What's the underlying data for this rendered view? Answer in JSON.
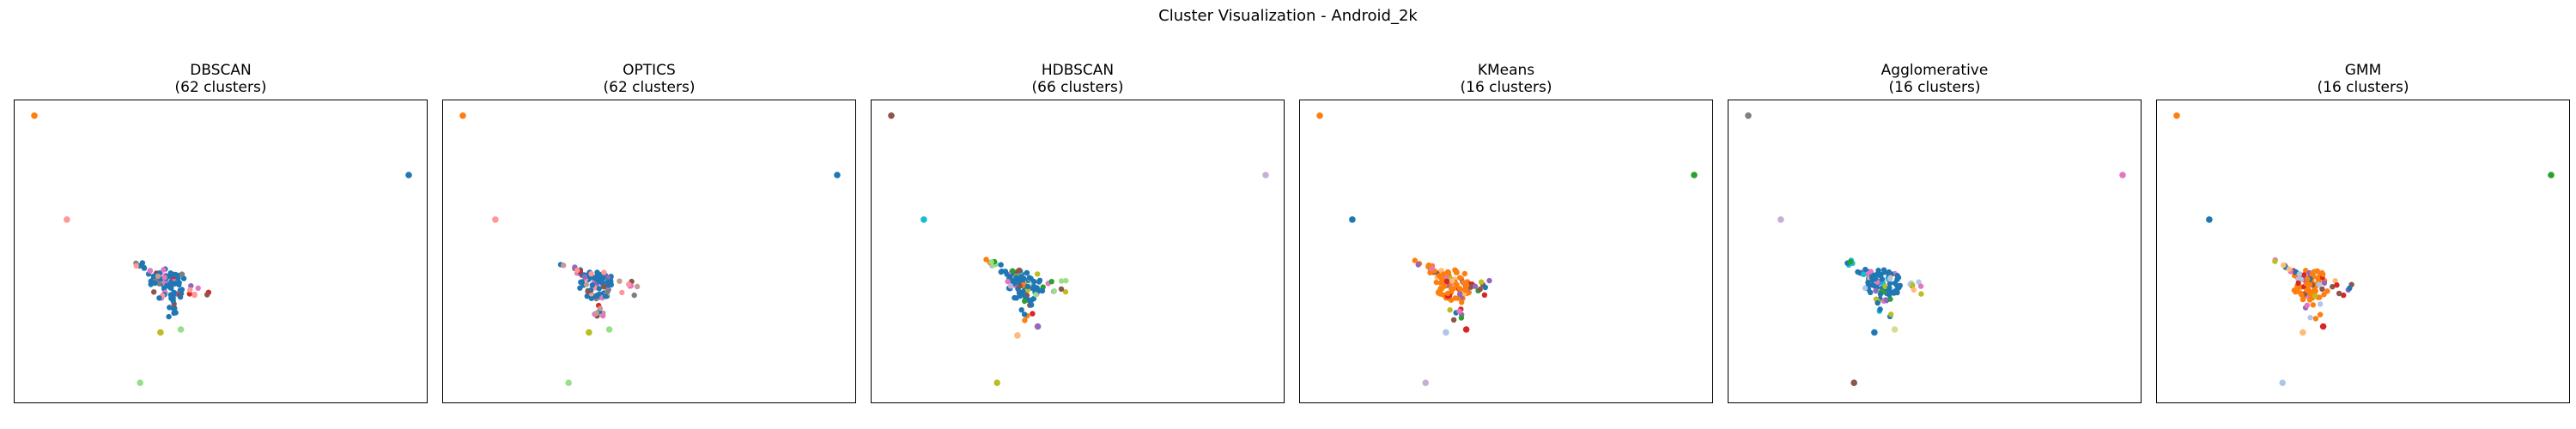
{
  "figure": {
    "title": "Cluster Visualization - Android_2k"
  },
  "chart_data": [
    {
      "type": "scatter",
      "title_line1": "DBSCAN",
      "title_line2": "(62 clusters)",
      "grid": false,
      "points": [
        {
          "x": 0.04,
          "y": 0.96,
          "c": "#ff7f0e"
        },
        {
          "x": 0.96,
          "y": 0.76,
          "c": "#1f77b4"
        },
        {
          "x": 0.12,
          "y": 0.61,
          "c": "#ff9896"
        },
        {
          "x": 0.3,
          "y": 0.06,
          "c": "#98df8a"
        },
        {
          "x": 0.35,
          "y": 0.23,
          "c": "#bcbd22"
        },
        {
          "x": 0.4,
          "y": 0.24,
          "c": "#98df8a"
        }
      ],
      "cluster": {
        "center": [
          0.37,
          0.4
        ],
        "main": "#1f77b4",
        "accents": [
          "#d62728",
          "#ff9896",
          "#8c564b",
          "#e377c2",
          "#9467bd",
          "#c49c94",
          "#7f7f7f"
        ]
      }
    },
    {
      "type": "scatter",
      "title_line1": "OPTICS",
      "title_line2": "(62 clusters)",
      "grid": false,
      "points": [
        {
          "x": 0.04,
          "y": 0.96,
          "c": "#ff7f0e"
        },
        {
          "x": 0.96,
          "y": 0.76,
          "c": "#1f77b4"
        },
        {
          "x": 0.12,
          "y": 0.61,
          "c": "#ff9896"
        },
        {
          "x": 0.3,
          "y": 0.06,
          "c": "#98df8a"
        },
        {
          "x": 0.35,
          "y": 0.23,
          "c": "#bcbd22"
        },
        {
          "x": 0.4,
          "y": 0.24,
          "c": "#98df8a"
        }
      ],
      "cluster": {
        "center": [
          0.37,
          0.4
        ],
        "main": "#1f77b4",
        "accents": [
          "#d62728",
          "#ff9896",
          "#8c564b",
          "#e377c2",
          "#9467bd",
          "#c49c94",
          "#7f7f7f"
        ]
      }
    },
    {
      "type": "scatter",
      "title_line1": "HDBSCAN",
      "title_line2": "(66 clusters)",
      "grid": false,
      "points": [
        {
          "x": 0.04,
          "y": 0.96,
          "c": "#8c564b"
        },
        {
          "x": 0.96,
          "y": 0.76,
          "c": "#c5b0d5"
        },
        {
          "x": 0.12,
          "y": 0.61,
          "c": "#17becf"
        },
        {
          "x": 0.3,
          "y": 0.06,
          "c": "#bcbd22"
        },
        {
          "x": 0.35,
          "y": 0.22,
          "c": "#ffbb78"
        },
        {
          "x": 0.4,
          "y": 0.25,
          "c": "#9467bd"
        }
      ],
      "cluster": {
        "center": [
          0.37,
          0.4
        ],
        "main": "#1f77b4",
        "accents": [
          "#8c564b",
          "#c5b0d5",
          "#e377c2",
          "#98df8a",
          "#ff7f0e",
          "#2ca02c",
          "#d62728",
          "#bcbd22"
        ]
      }
    },
    {
      "type": "scatter",
      "title_line1": "KMeans",
      "title_line2": "(16 clusters)",
      "grid": false,
      "points": [
        {
          "x": 0.04,
          "y": 0.96,
          "c": "#ff7f0e"
        },
        {
          "x": 0.96,
          "y": 0.76,
          "c": "#2ca02c"
        },
        {
          "x": 0.12,
          "y": 0.61,
          "c": "#1f77b4"
        },
        {
          "x": 0.3,
          "y": 0.06,
          "c": "#c5b0d5"
        },
        {
          "x": 0.35,
          "y": 0.23,
          "c": "#aec7e8"
        },
        {
          "x": 0.4,
          "y": 0.24,
          "c": "#d62728"
        }
      ],
      "cluster": {
        "center": [
          0.37,
          0.4
        ],
        "main": "#ff7f0e",
        "accents": [
          "#d62728",
          "#bcbd22",
          "#e377c2",
          "#9467bd",
          "#ffbb78",
          "#1f77b4",
          "#2ca02c",
          "#8c564b"
        ]
      }
    },
    {
      "type": "scatter",
      "title_line1": "Agglomerative",
      "title_line2": "(16 clusters)",
      "grid": false,
      "points": [
        {
          "x": 0.04,
          "y": 0.96,
          "c": "#7f7f7f"
        },
        {
          "x": 0.96,
          "y": 0.76,
          "c": "#e377c2"
        },
        {
          "x": 0.12,
          "y": 0.61,
          "c": "#c5b0d5"
        },
        {
          "x": 0.3,
          "y": 0.06,
          "c": "#8c564b"
        },
        {
          "x": 0.35,
          "y": 0.23,
          "c": "#1f77b4"
        },
        {
          "x": 0.4,
          "y": 0.24,
          "c": "#dbdb8d"
        }
      ],
      "cluster": {
        "center": [
          0.37,
          0.4
        ],
        "main": "#1f77b4",
        "accents": [
          "#2ca02c",
          "#17becf",
          "#9467bd",
          "#ffbb78",
          "#aec7e8",
          "#e377c2",
          "#bcbd22"
        ]
      }
    },
    {
      "type": "scatter",
      "title_line1": "GMM",
      "title_line2": "(16 clusters)",
      "grid": false,
      "points": [
        {
          "x": 0.04,
          "y": 0.96,
          "c": "#ff7f0e"
        },
        {
          "x": 0.96,
          "y": 0.76,
          "c": "#2ca02c"
        },
        {
          "x": 0.12,
          "y": 0.61,
          "c": "#1f77b4"
        },
        {
          "x": 0.3,
          "y": 0.06,
          "c": "#aec7e8"
        },
        {
          "x": 0.35,
          "y": 0.23,
          "c": "#ffbb78"
        },
        {
          "x": 0.4,
          "y": 0.25,
          "c": "#d62728"
        }
      ],
      "cluster": {
        "center": [
          0.37,
          0.4
        ],
        "main": "#ff7f0e",
        "accents": [
          "#d62728",
          "#bcbd22",
          "#e377c2",
          "#9467bd",
          "#ffbb78",
          "#1f77b4",
          "#8c564b",
          "#aec7e8"
        ]
      }
    }
  ]
}
